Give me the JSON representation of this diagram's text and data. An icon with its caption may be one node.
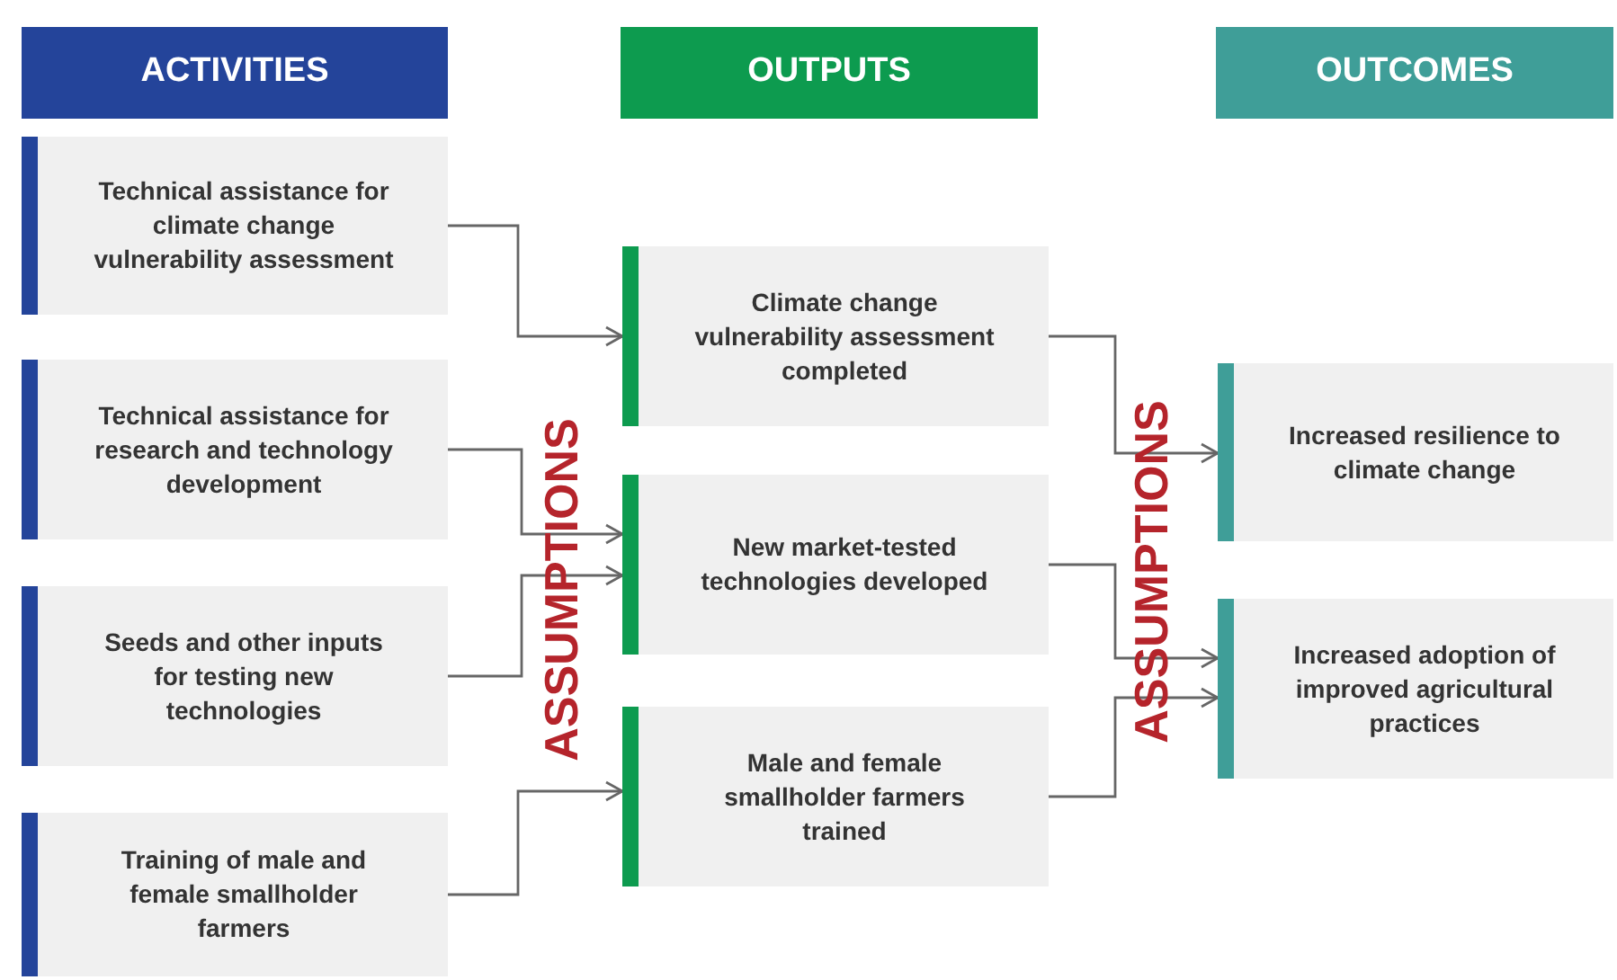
{
  "diagram": {
    "nodes": [
      {
        "text": [
          "ACTIVITIES"
        ]
      },
      {
        "text": [
          "OUTPUTS"
        ]
      },
      {
        "text": [
          "OUTCOMES"
        ]
      },
      {
        "text": [
          "Technical assistance for climate change vulnerability assessment"
        ]
      },
      {
        "text": [
          "Technical assistance for research and technology development"
        ]
      },
      {
        "text": [
          "Seeds and other inputs for testing new technologies"
        ]
      },
      {
        "text": [
          "Training of male and female smallholder farmers"
        ]
      },
      {
        "text": [
          "Climate change vulnerability assessment completed"
        ]
      },
      {
        "text": [
          "New market-tested technologies developed"
        ]
      },
      {
        "text": [
          "Male and female smallholder farmers trained"
        ]
      },
      {
        "text": [
          "Increased resilience to climate change"
        ]
      },
      {
        "text": [
          "Increased adoption of improved agricultural practices"
        ]
      }
    ],
    "edges": [
      {
        "from": 3,
        "to": 7,
        "arrow": "to"
      },
      {
        "from": 4,
        "to": 8,
        "arrow": "to"
      },
      {
        "from": 5,
        "to": 8,
        "arrow": "to"
      },
      {
        "from": 6,
        "to": 9,
        "arrow": "to"
      },
      {
        "from": 7,
        "to": 10,
        "arrow": "to"
      },
      {
        "from": 8,
        "to": 11,
        "arrow": "to"
      },
      {
        "from": 9,
        "to": 11,
        "arrow": "to"
      }
    ],
    "labels": [
      "ASSUMPTIONS",
      "ASSUMPTIONS"
    ]
  }
}
